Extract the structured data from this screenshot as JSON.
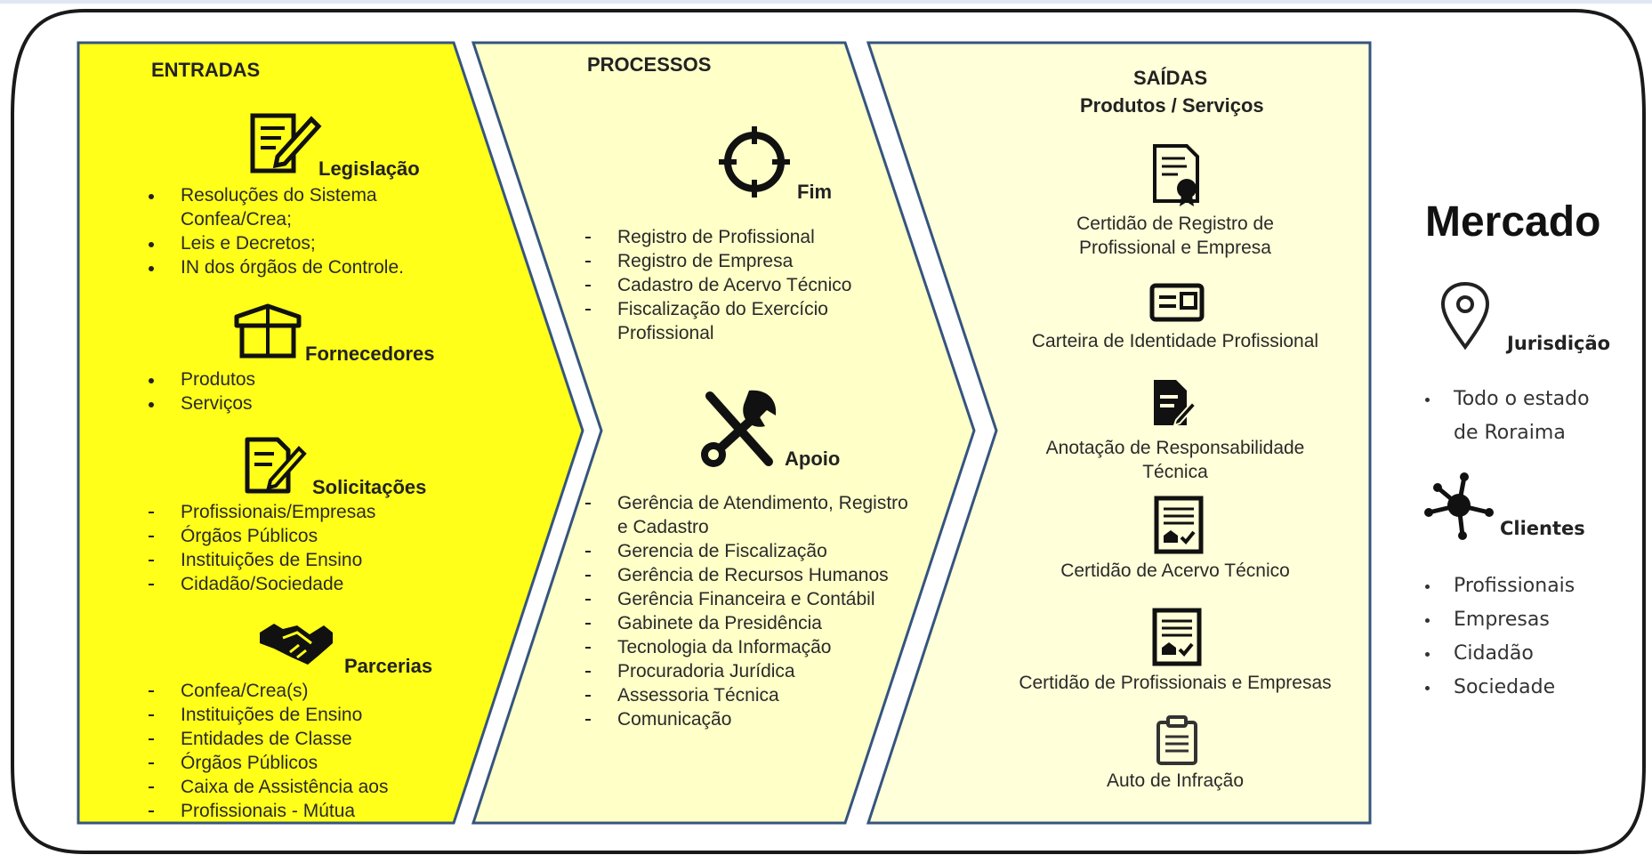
{
  "entradas": {
    "title": "ENTRADAS",
    "legislacao": {
      "label": "Legislação",
      "items": [
        "Resoluções do Sistema",
        "Confea/Crea;",
        "Leis e Decretos;",
        "IN dos órgãos de Controle."
      ]
    },
    "fornecedores": {
      "label": "Fornecedores",
      "items": [
        "Produtos",
        "Serviços"
      ]
    },
    "solicitacoes": {
      "label": "Solicitações",
      "items": [
        "Profissionais/Empresas",
        "Órgãos Públicos",
        "Instituições de Ensino",
        "Cidadão/Sociedade"
      ]
    },
    "parcerias": {
      "label": "Parcerias",
      "items": [
        "Confea/Crea(s)",
        "Instituições de Ensino",
        "Entidades de Classe",
        "Órgãos Públicos",
        "Caixa de Assistência aos",
        "Profissionais - Mútua"
      ]
    }
  },
  "processos": {
    "title": "PROCESSOS",
    "fim": {
      "label": "Fim",
      "items": [
        "Registro de Profissional",
        "Registro de Empresa",
        "Cadastro de Acervo Técnico",
        "Fiscalização do Exercício",
        "Profissional"
      ]
    },
    "apoio": {
      "label": "Apoio",
      "items": [
        "Gerência de Atendimento, Registro",
        "e Cadastro",
        "Gerencia de Fiscalização",
        "Gerência de Recursos Humanos",
        "Gerência Financeira e Contábil",
        "Gabinete da Presidência",
        "Tecnologia da Informação",
        "Procuradoria Jurídica",
        "Assessoria Técnica",
        "Comunicação"
      ]
    }
  },
  "saidas": {
    "title": "SAÍDAS",
    "subtitle": "Produtos / Serviços",
    "items": [
      {
        "l1": "Certidão de Registro de",
        "l2": "Profissional e Empresa"
      },
      {
        "l1": "Carteira de Identidade Profissional",
        "l2": ""
      },
      {
        "l1": "Anotação de Responsabilidade",
        "l2": "Técnica"
      },
      {
        "l1": "Certidão de Acervo Técnico",
        "l2": ""
      },
      {
        "l1": "Certidão de Profissionais e Empresas",
        "l2": ""
      },
      {
        "l1": "Auto de Infração",
        "l2": ""
      }
    ]
  },
  "mercado": {
    "title": "Mercado",
    "jurisdicao": {
      "label": "Jurisdição",
      "items": [
        "Todo o estado",
        "de Roraima"
      ]
    },
    "clientes": {
      "label": "Clientes",
      "items": [
        "Profissionais",
        "Empresas",
        "Cidadão",
        "Sociedade"
      ]
    }
  },
  "colors": {
    "entradas_fill": "#ffff1a",
    "processos_fill": "#ffffc8",
    "saidas_fill": "#ffffd9",
    "border": "#35557f",
    "frame": "#1a1a1a"
  },
  "icons": [
    "document-pen-icon",
    "box-icon",
    "request-form-icon",
    "handshake-icon",
    "target-icon",
    "tools-icon",
    "certificate-icon",
    "id-card-icon",
    "signed-document-icon",
    "house-document-icon",
    "house-document-icon",
    "clipboard-icon",
    "location-pin-icon",
    "network-icon"
  ]
}
